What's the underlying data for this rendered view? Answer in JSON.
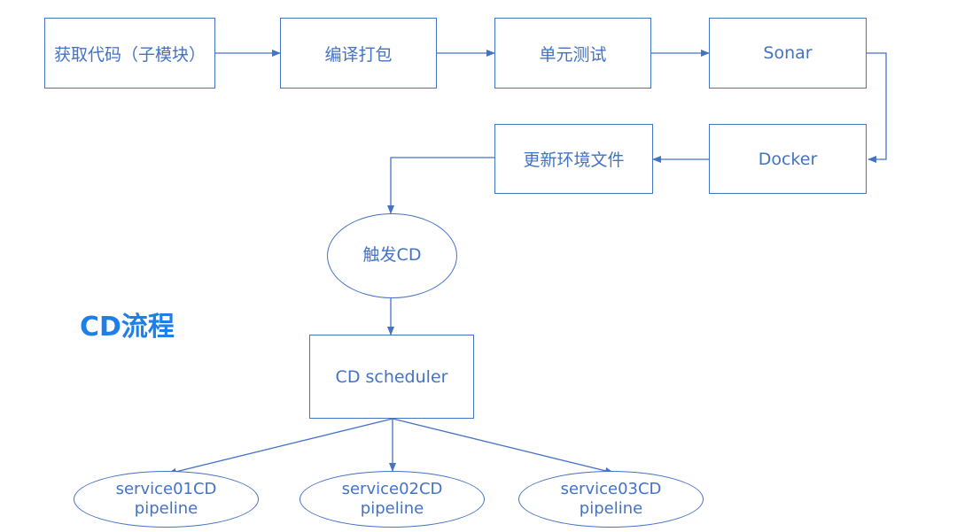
{
  "title": "CD流程",
  "nodes": {
    "fetch_code": "获取代码（子模块）",
    "compile": "编译打包",
    "unit_test": "单元测试",
    "sonar": "Sonar",
    "docker": "Docker",
    "update_env": "更新环境文件",
    "trigger_cd": "触发CD",
    "scheduler": "CD scheduler",
    "service01": [
      "service01CD",
      "pipeline"
    ],
    "service02": [
      "service02CD",
      "pipeline"
    ],
    "service03": [
      "service03CD",
      "pipeline"
    ]
  },
  "colors": {
    "stroke": "#4472c4",
    "title": "#1e7fe8"
  }
}
